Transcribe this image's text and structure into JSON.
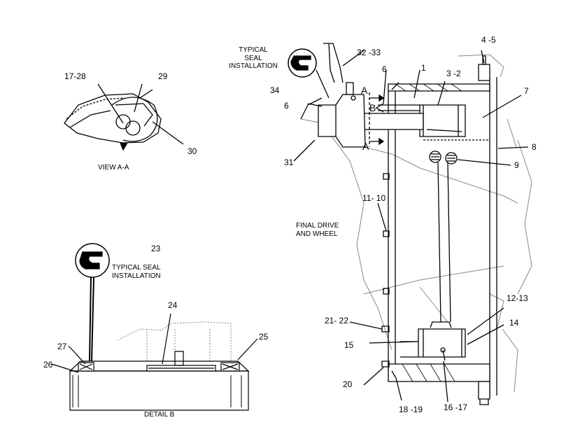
{
  "captions": {
    "typical_seal_top_line1": "TYPICAL",
    "typical_seal_top_line2": "SEAL",
    "typical_seal_top_line3": "INSTALLATION",
    "view_aa": "VIEW A-A",
    "final_drive_line1": "FINAL DRIVE",
    "final_drive_line2": "AND WHEEL",
    "typical_seal_left_line1": "TYPICAL SEAL",
    "typical_seal_left_line2": "INSTALLATION",
    "detail_b": "DETAIL B"
  },
  "callouts": {
    "c17_28": "17-28",
    "c29": "29",
    "c30": "30",
    "c23": "23",
    "c24": "24",
    "c25": "25",
    "c26": "26",
    "c27": "27",
    "c34": "34",
    "c32_33": "32 -33",
    "c6a": "6",
    "c6b": "6",
    "c1": "1",
    "c3_2": "3 -2",
    "c4_5": "4 -5",
    "c7": "7",
    "c8": "8",
    "c9": "9",
    "c31": "31",
    "c11_10": "11- 10",
    "c12_13": "12-13",
    "c14": "14",
    "c15": "15",
    "c21_22": "21- 22",
    "c20": "20",
    "c18_19": "18 -19",
    "c16_17": "16 -17"
  },
  "section_marks": {
    "a_top": "A",
    "a_bottom": "A",
    "b": "B"
  }
}
